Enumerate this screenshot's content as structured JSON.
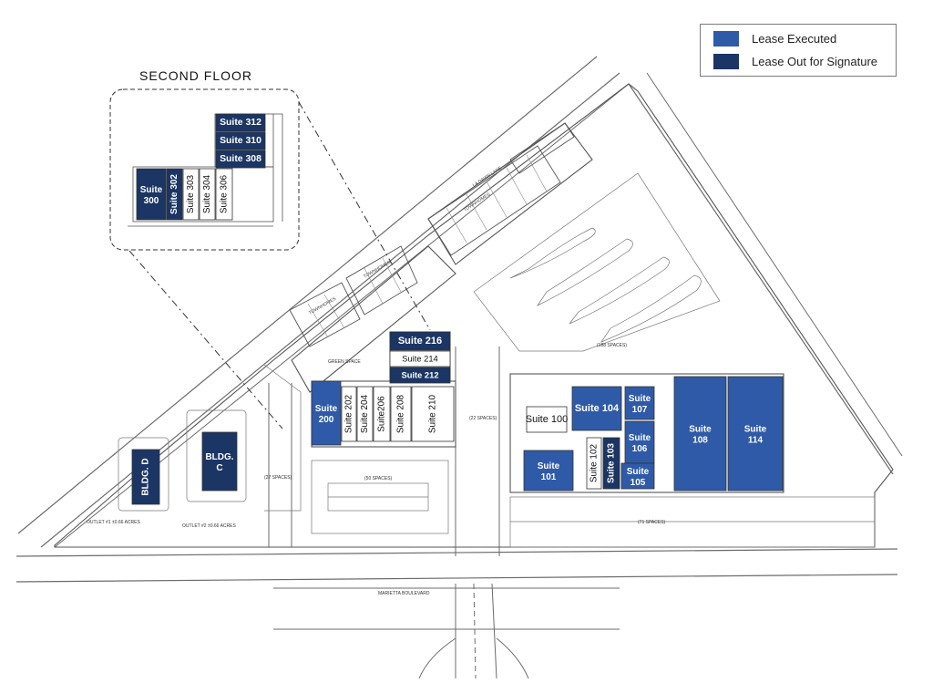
{
  "legend": {
    "executed": {
      "label": "Lease Executed",
      "color": "#2e5aa8"
    },
    "out_for_signature": {
      "label": "Lease Out for Signature",
      "color": "#1b3564"
    }
  },
  "second_floor": {
    "title": "SECOND   FLOOR",
    "suites": [
      {
        "id": "s312",
        "label": "Suite 312",
        "status": "out_for_signature"
      },
      {
        "id": "s310",
        "label": "Suite 310",
        "status": "out_for_signature"
      },
      {
        "id": "s308",
        "label": "Suite 308",
        "status": "out_for_signature"
      },
      {
        "id": "s300",
        "label": "Suite 300",
        "status": "out_for_signature"
      },
      {
        "id": "s302",
        "label": "Suite 302",
        "status": "out_for_signature"
      },
      {
        "id": "s303",
        "label": "Suite 303",
        "status": "vacant"
      },
      {
        "id": "s304",
        "label": "Suite 304",
        "status": "vacant"
      },
      {
        "id": "s306",
        "label": "Suite 306",
        "status": "vacant"
      }
    ]
  },
  "suites": [
    {
      "id": "s216",
      "label": "Suite 216",
      "status": "out_for_signature"
    },
    {
      "id": "s214",
      "label": "Suite 214",
      "status": "vacant"
    },
    {
      "id": "s212",
      "label": "Suite 212",
      "status": "out_for_signature"
    },
    {
      "id": "s200",
      "label": "Suite 200",
      "status": "executed"
    },
    {
      "id": "s202",
      "label": "Suite 202",
      "status": "vacant"
    },
    {
      "id": "s204",
      "label": "Suite 204",
      "status": "vacant"
    },
    {
      "id": "s206",
      "label": "Suite206",
      "status": "vacant"
    },
    {
      "id": "s208",
      "label": "Suite 208",
      "status": "vacant"
    },
    {
      "id": "s210",
      "label": "Suite 210",
      "status": "vacant"
    },
    {
      "id": "s100",
      "label": "Suite 100",
      "status": "vacant"
    },
    {
      "id": "s104",
      "label": "Suite 104",
      "status": "executed"
    },
    {
      "id": "s107",
      "label": "Suite 107",
      "status": "executed"
    },
    {
      "id": "s106",
      "label": "Suite 106",
      "status": "executed"
    },
    {
      "id": "s101",
      "label": "Suite 101",
      "status": "executed"
    },
    {
      "id": "s102",
      "label": "Suite 102",
      "status": "vacant"
    },
    {
      "id": "s103",
      "label": "Suite 103",
      "status": "out_for_signature"
    },
    {
      "id": "s105",
      "label": "Suite 105",
      "status": "executed"
    },
    {
      "id": "s108",
      "label": "Suite 108",
      "status": "executed"
    },
    {
      "id": "s114",
      "label": "Suite 114",
      "status": "executed"
    }
  ],
  "outbuildings": [
    {
      "id": "bldgD",
      "label": "BLDG. D",
      "status": "out_for_signature"
    },
    {
      "id": "bldgC",
      "label": "BLDG. C",
      "status": "out_for_signature"
    }
  ],
  "site_labels": {
    "green_space": "GREEN SPACE",
    "marietta": "MARIETTA BOULEVARD",
    "la_dawn_lane": "LA DAWN LANE",
    "townhomes": "TOWNHOMES",
    "spaces_188": "(188 SPACES)",
    "spaces_71": "(71 SPACES)",
    "spaces_50": "(50 SPACES)",
    "spaces_27": "(27 SPACES)",
    "spaces_22": "(22 SPACES)",
    "outlet1": "OUTLET #1 ±0.66 ACRES",
    "outlet2": "OUTLET #2 ±0.66 ACRES"
  }
}
